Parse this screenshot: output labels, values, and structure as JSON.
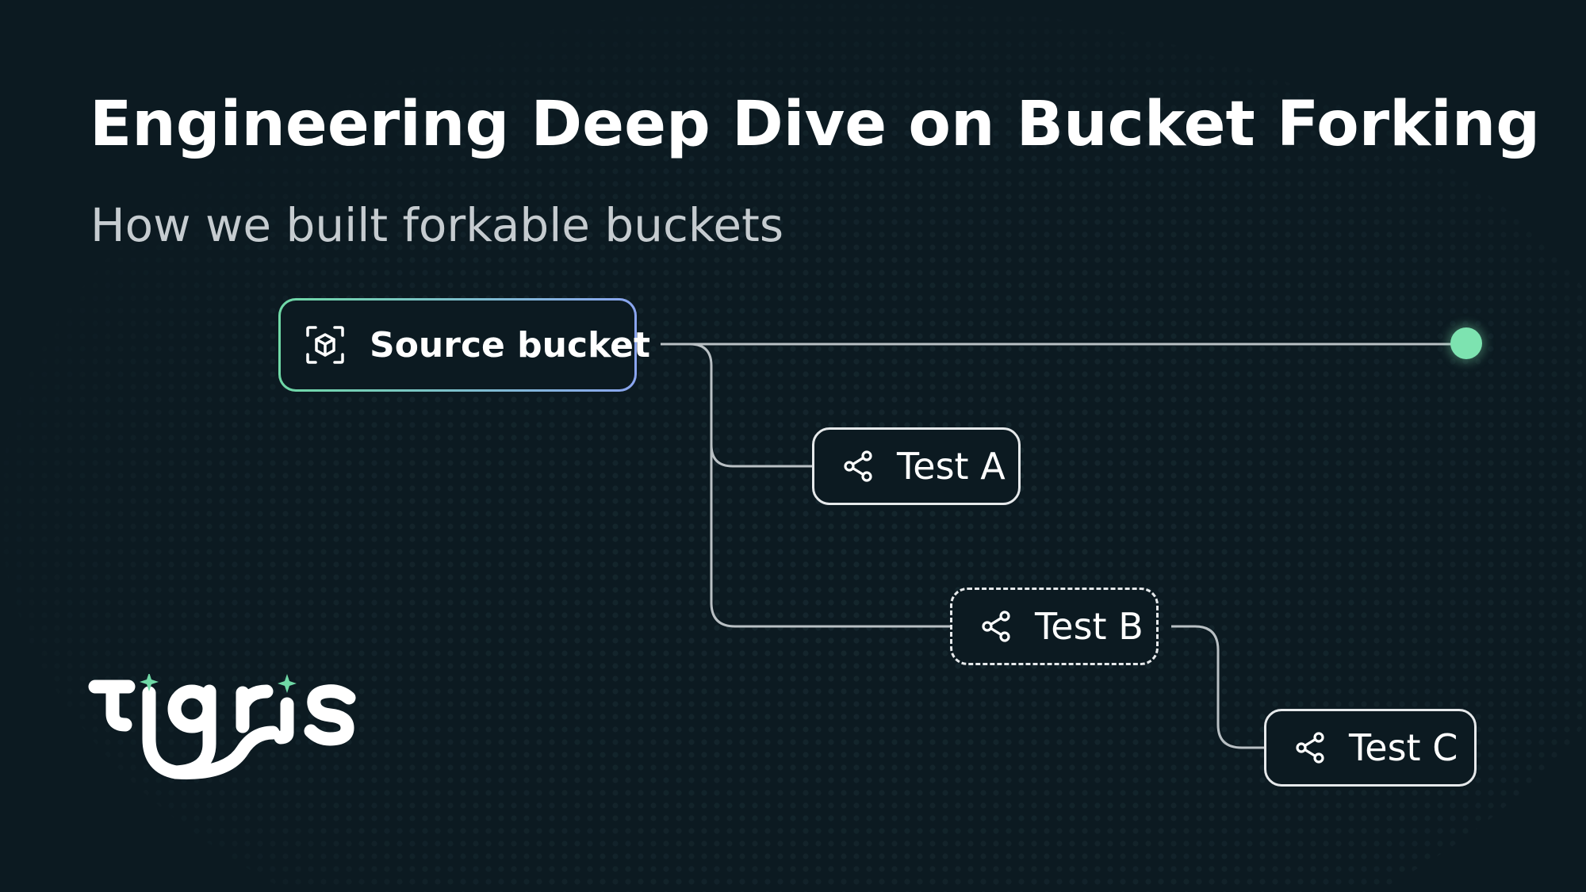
{
  "header": {
    "title": "Engineering Deep Dive on Bucket Forking",
    "subtitle": "How we built forkable buckets"
  },
  "diagram": {
    "source": {
      "label": "Source bucket",
      "icon": "cube-scan-icon"
    },
    "forks": [
      {
        "label": "Test A",
        "icon": "share-icon",
        "style": "solid"
      },
      {
        "label": "Test B",
        "icon": "share-icon",
        "style": "dashed"
      },
      {
        "label": "Test C",
        "icon": "share-icon",
        "style": "solid"
      }
    ],
    "line_color": "#b9c0c4",
    "accent_dot_color": "#7de3b0",
    "source_border_gradient": [
      "#6fd9a6",
      "#8aa5f0"
    ]
  },
  "brand": {
    "logo_text": "tigris",
    "logo_color": "#ffffff",
    "sparkle_color": "#6fd9a6"
  },
  "colors": {
    "background": "#0c1a21",
    "title": "#ffffff",
    "subtitle": "#c6ccd0"
  }
}
